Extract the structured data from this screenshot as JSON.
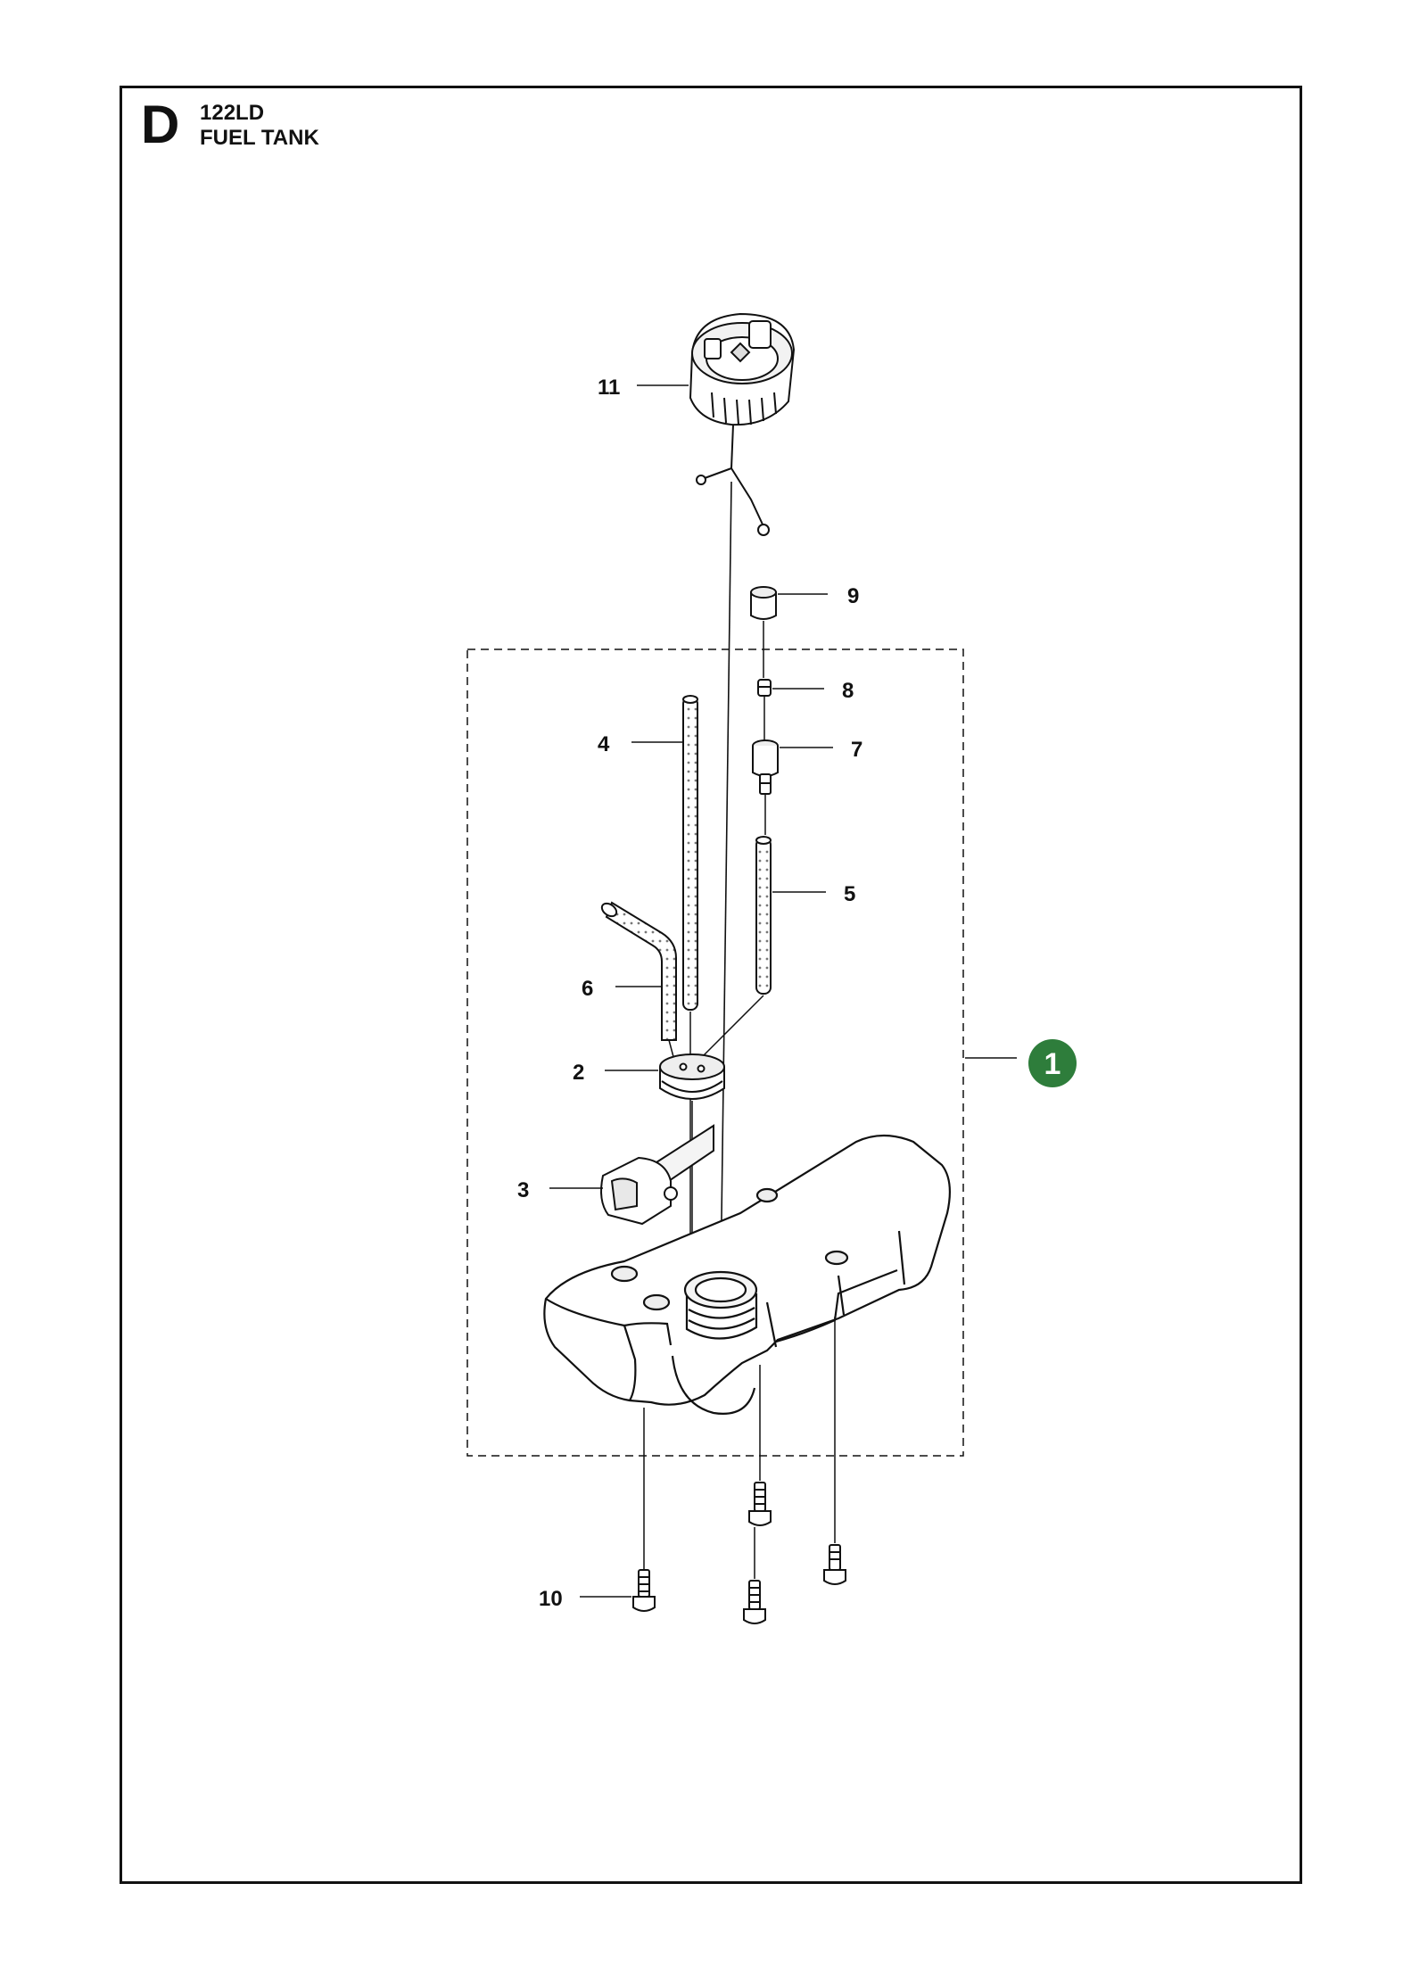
{
  "header": {
    "section_letter": "D",
    "model": "122LD",
    "title": "FUEL TANK"
  },
  "colors": {
    "line": "#111111",
    "badge": "#2e7d3b",
    "part_fill": "#ffffff",
    "shade": "#e6e6e6"
  },
  "callouts": {
    "c1": "1",
    "c2": "2",
    "c3": "3",
    "c4": "4",
    "c5": "5",
    "c6": "6",
    "c7": "7",
    "c8": "8",
    "c9": "9",
    "c10": "10",
    "c11": "11"
  }
}
